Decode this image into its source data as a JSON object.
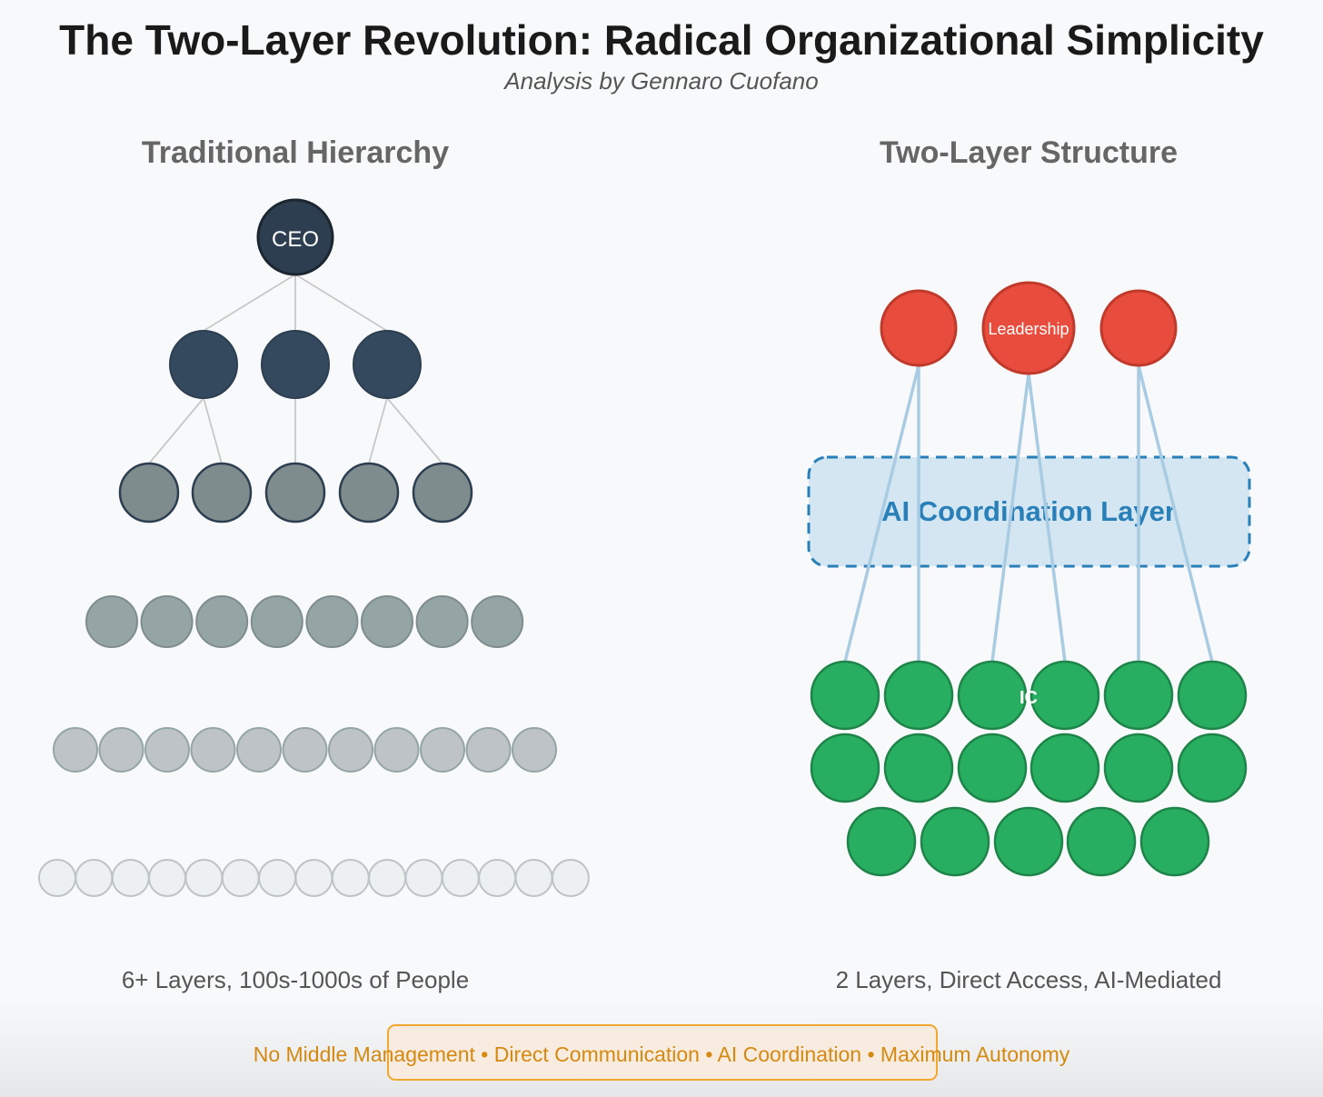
{
  "header": {
    "title": "The Two-Layer Revolution: Radical Organizational Simplicity",
    "subtitle": "Analysis by Gennaro Cuofano"
  },
  "traditional": {
    "heading": "Traditional Hierarchy",
    "top_label": "CEO",
    "caption": "6+ Layers, 100s-1000s of People"
  },
  "two_layer": {
    "heading": "Two-Layer Structure",
    "leader_label": "Leadership",
    "ai_layer_label": "AI Coordination Layer",
    "ic_label": "IC",
    "caption": "2 Layers, Direct Access, AI-Mediated"
  },
  "footer": {
    "tagline": "No Middle Management • Direct Communication • AI Coordination • Maximum Autonomy"
  },
  "colors": {
    "ceo": "#2c3e50",
    "leadership": "#e74c3c",
    "ic": "#27ae60",
    "ai_layer": "#2980b9",
    "connector": "#a9cce3",
    "tagline": "#d68910"
  }
}
